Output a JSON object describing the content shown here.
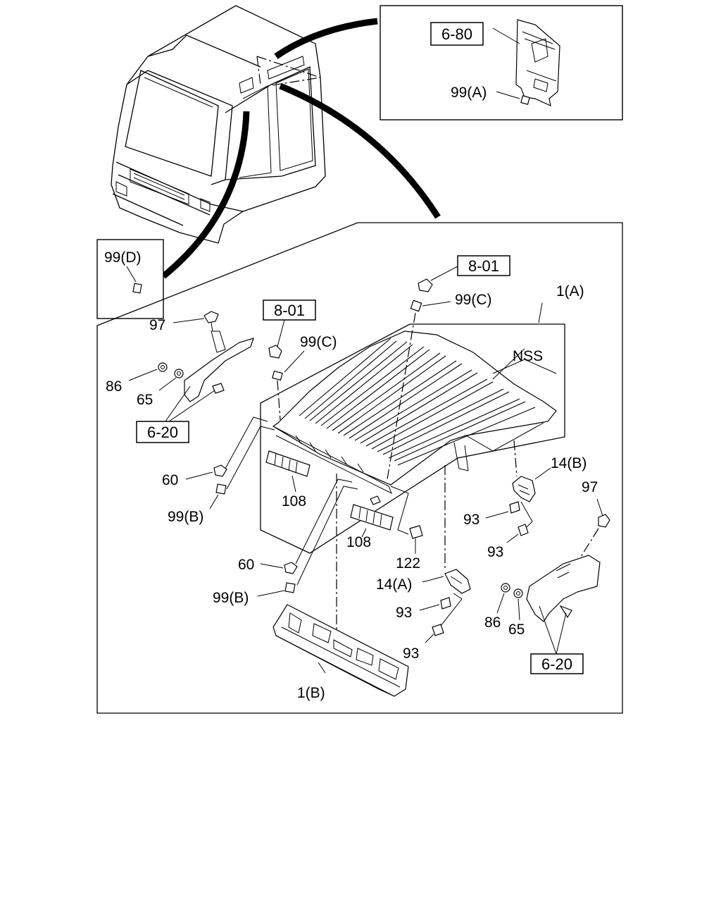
{
  "diagram": {
    "ref_labels": {
      "r680": "6-80",
      "r801a": "8-01",
      "r801b": "8-01",
      "r620a": "6-20",
      "r620b": "6-20"
    },
    "part_labels": {
      "p99a": "99(A)",
      "p99d": "99(D)",
      "p99c_top": "99(C)",
      "p99c_left": "99(C)",
      "p1a": "1(A)",
      "pnss": "NSS",
      "p97_left": "97",
      "p86_left": "86",
      "p65_left": "65",
      "p60_upper": "60",
      "p99b_upper": "99(B)",
      "p108_left": "108",
      "p108_right": "108",
      "p14b": "14(B)",
      "p97_right": "97",
      "p93_a": "93",
      "p93_b": "93",
      "p122": "122",
      "p60_lower": "60",
      "p99b_lower": "99(B)",
      "p14a": "14(A)",
      "p93_c": "93",
      "p93_d": "93",
      "p86_right": "86",
      "p65_right": "65",
      "p1b": "1(B)"
    }
  }
}
